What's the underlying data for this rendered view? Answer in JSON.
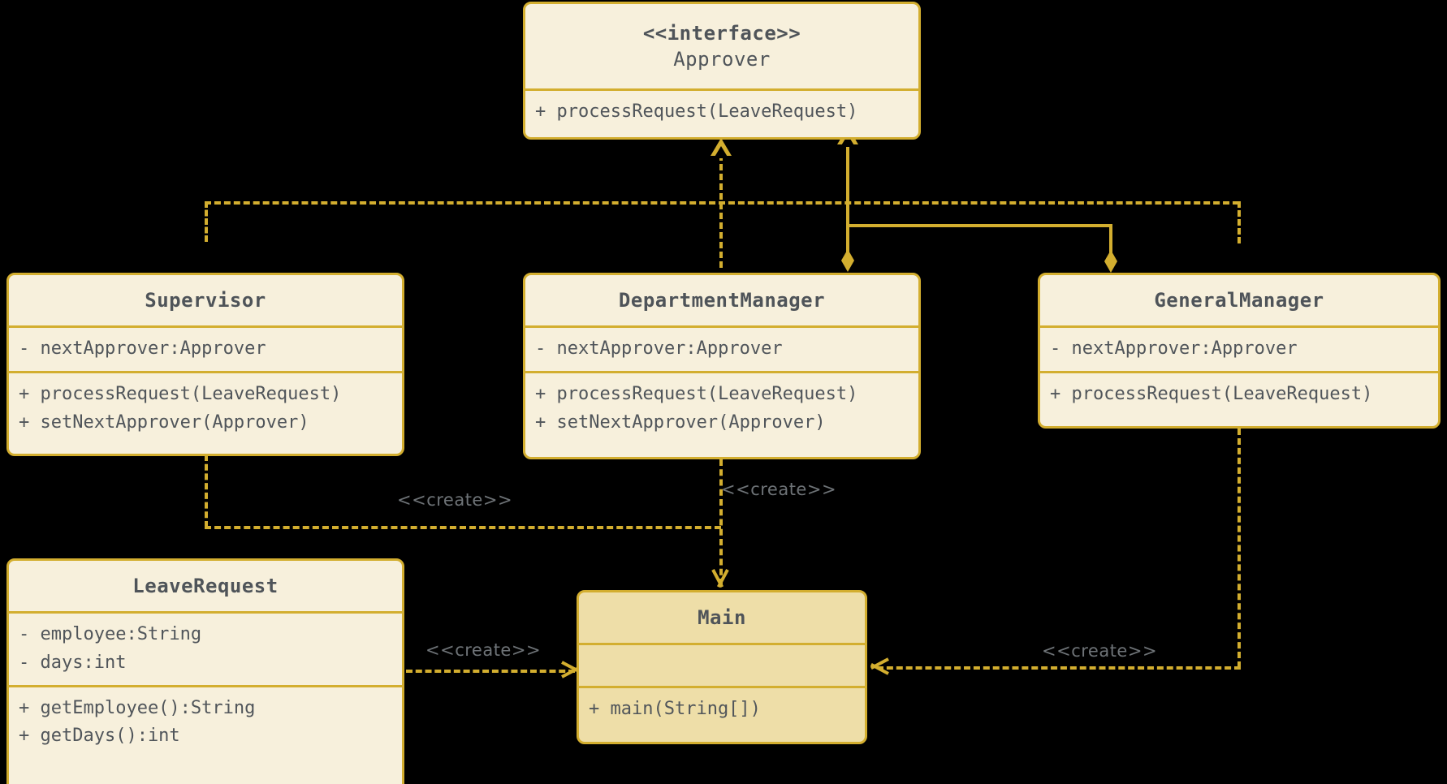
{
  "diagram": {
    "type": "uml-class-diagram",
    "background_color": "#000000",
    "box_border_color": "#D3AE2F",
    "box_fill_color": "#F7F0DC",
    "accent_fill_color": "#EEDEA8",
    "text_color": "#50555A",
    "label_color": "#6E7377"
  },
  "classes": {
    "approver": {
      "stereotype": "<<interface>>",
      "name": "Approver",
      "attributes": [],
      "operations": [
        "+ processRequest(LeaveRequest)"
      ]
    },
    "supervisor": {
      "name": "Supervisor",
      "attributes": [
        "- nextApprover:Approver"
      ],
      "operations": [
        "+ processRequest(LeaveRequest)",
        "+ setNextApprover(Approver)"
      ]
    },
    "department_manager": {
      "name": "DepartmentManager",
      "attributes": [
        "- nextApprover:Approver"
      ],
      "operations": [
        "+ processRequest(LeaveRequest)",
        "+ setNextApprover(Approver)"
      ]
    },
    "general_manager": {
      "name": "GeneralManager",
      "attributes": [
        "- nextApprover:Approver"
      ],
      "operations": [
        "+ processRequest(LeaveRequest)"
      ]
    },
    "leave_request": {
      "name": "LeaveRequest",
      "attributes": [
        "- employee:String",
        "- days:int"
      ],
      "operations": [
        "+ getEmployee():String",
        "+ getDays():int"
      ]
    },
    "main": {
      "name": "Main",
      "attributes": [],
      "operations": [
        "+ main(String[])"
      ]
    }
  },
  "edge_labels": {
    "supervisor_creates_main": "<<create>>",
    "departmentmanager_creates_main": "<<create>>",
    "leaverequest_creates_main": "<<create>>",
    "generalmanager_creates_main": "<<create>>"
  }
}
